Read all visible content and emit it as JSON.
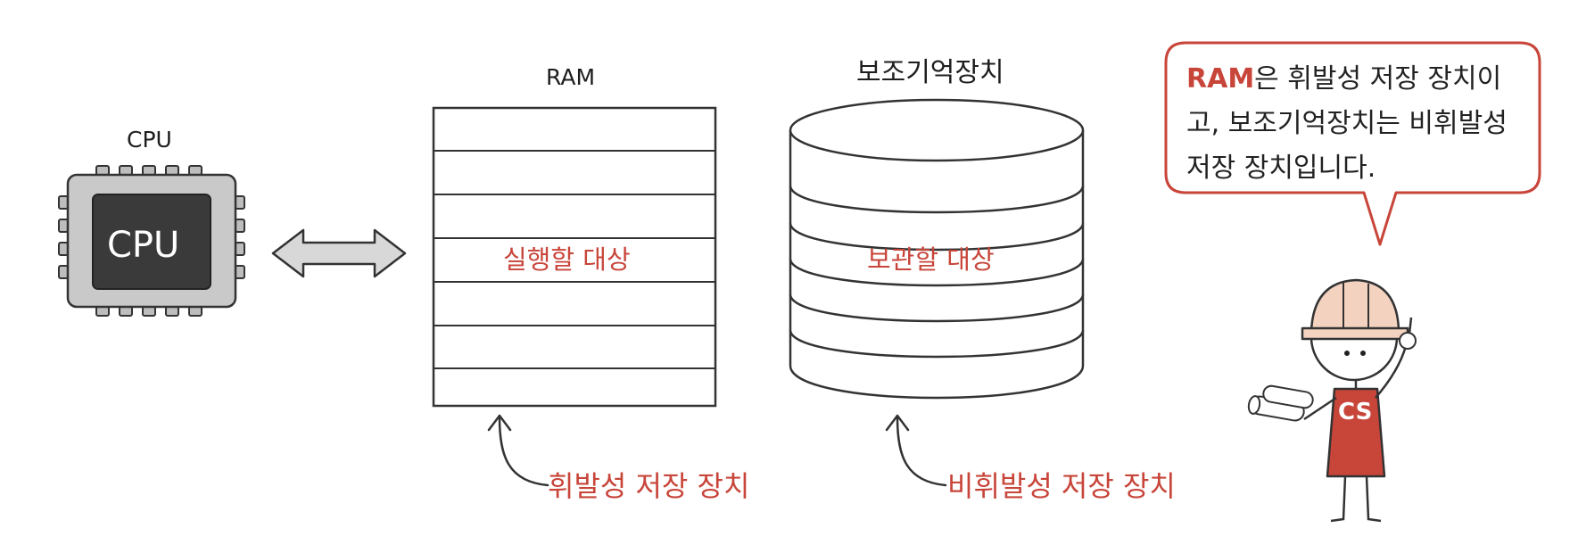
{
  "cpu": {
    "label": "CPU",
    "chip_text": "CPU"
  },
  "ram": {
    "label": "RAM",
    "inner_label": "실행할 대상",
    "caption": "휘발성 저장 장치"
  },
  "storage": {
    "label": "보조기억장치",
    "inner_label": "보관할 대상",
    "caption": "비휘발성 저장 장치"
  },
  "speech": {
    "highlight": "RAM",
    "text_after_highlight": "은 휘발성 저장 장치이고, 보조기억장치는 비휘발성 저장 장치입니다."
  },
  "character": {
    "shirt_text": "CS"
  },
  "colors": {
    "accent": "#c8453a",
    "chip_dark": "#3a3a3a",
    "chip_body": "#c9c9c9",
    "helmet": "#f3d2c0"
  }
}
